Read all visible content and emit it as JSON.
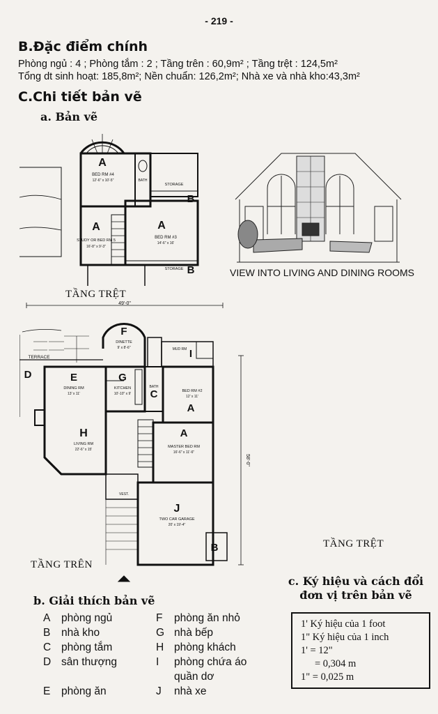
{
  "page_number": "- 219 -",
  "section_b": {
    "title": "B.Đặc điểm chính",
    "line1": "Phòng ngủ : 4  ;  Phòng tắm : 2  ;  Tầng trên : 60,9m² ;  Tầng trệt : 124,5m²",
    "line2": "Tổng dt sinh hoạt: 185,8m²; Nền chuẩn: 126,2m²; Nhà xe và nhà kho:43,3m²"
  },
  "section_c": {
    "title": "C.Chi tiết bản vẽ",
    "sub_a": "a. Bản vẽ"
  },
  "upper_plan": {
    "floor_label": "TẦNG TRỆT",
    "rooms": [
      {
        "letter": "A",
        "name": "BED RM #4",
        "size": "12'-6\" x 10'-5\""
      },
      {
        "letter": "A",
        "name": "BED RM #3",
        "size": "14'-6\" x 16'"
      },
      {
        "letter": "A",
        "name": "STUDY OR BED RM 5",
        "size": "16'-8\" x 9'-3\""
      }
    ],
    "marks": {
      "bath": "BATH",
      "storage": "STORAGE",
      "b": "B"
    }
  },
  "view_caption": "VIEW INTO LIVING AND DINING ROOMS",
  "lower_plan": {
    "floor_label": "TẦNG TRÊN",
    "width_dim": "49'-0\"",
    "depth_dim": "58'-0\"",
    "terrace": "TERRACE",
    "rooms": [
      {
        "letter": "F",
        "name": "DINETTE",
        "size": "9' x 8'-6\""
      },
      {
        "letter": "E",
        "name": "DINING RM",
        "size": "13' x 11'"
      },
      {
        "letter": "G",
        "name": "KITCHEN",
        "size": "10'-10\" x 9'"
      },
      {
        "letter": "A",
        "name": "BED RM #2",
        "size": "12' x 11'"
      },
      {
        "letter": "H",
        "name": "LIVING RM",
        "size": "22'-6\" x 15'"
      },
      {
        "letter": "A",
        "name": "MASTER BED RM",
        "size": "16'-6\" x 11'-6\""
      },
      {
        "letter": "J",
        "name": "TWO CAR GARAGE",
        "size": "20' x 19'-4\""
      }
    ],
    "marks": {
      "d": "D",
      "c": "C",
      "i": "I",
      "b": "B",
      "bath": "BATH",
      "mud": "MUD RM",
      "vest": "VEST."
    }
  },
  "right_floor_label": "TẦNG TRỆT",
  "legend": {
    "title": "b. Giải thích bản vẽ",
    "left": [
      {
        "key": "A",
        "text": "phòng ngủ"
      },
      {
        "key": "B",
        "text": "nhà kho"
      },
      {
        "key": "C",
        "text": "phòng tắm"
      },
      {
        "key": "D",
        "text": "sân thượng"
      },
      {
        "key": "E",
        "text": "phòng ăn"
      }
    ],
    "right": [
      {
        "key": "F",
        "text": "phòng ăn nhỏ"
      },
      {
        "key": "G",
        "text": "nhà bếp"
      },
      {
        "key": "H",
        "text": "phòng khách"
      },
      {
        "key": "I",
        "text": "phòng chứa áo"
      },
      {
        "key": "",
        "text": "quần dơ"
      },
      {
        "key": "J",
        "text": "nhà xe"
      }
    ]
  },
  "units": {
    "title_line1": "c. Ký hiệu và cách đổi",
    "title_line2": "đơn vị trên bản vẽ",
    "lines": [
      "1' Ký hiệu của 1 foot",
      "1\" Ký hiệu của 1 inch",
      "1' = 12\"",
      "= 0,304 m",
      "1\" = 0,025 m"
    ]
  }
}
